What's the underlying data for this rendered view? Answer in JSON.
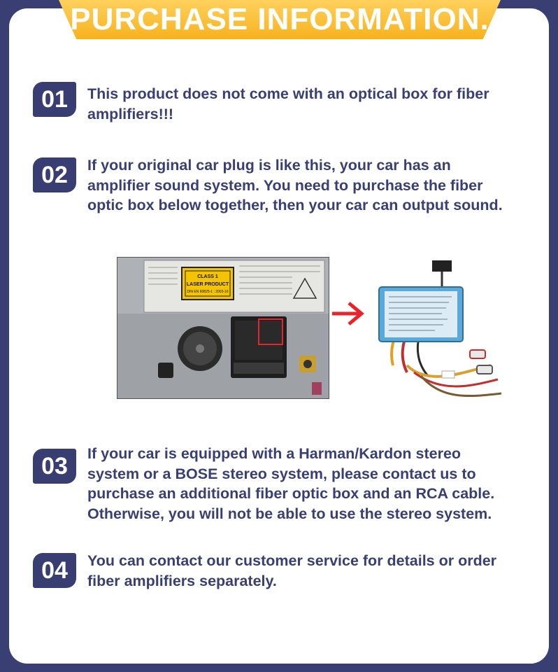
{
  "banner": {
    "title": "PURCHASE INFORMATION."
  },
  "items": [
    {
      "num": "01",
      "text": "This product does not come with an optical box for fiber\namplifiers!!!"
    },
    {
      "num": "02",
      "text": "If your original car plug is like this, your car has an\namplifier sound system. You need to purchase the fiber\noptic box below together, then your car can output sound."
    },
    {
      "num": "03",
      "text": "If your car is equipped with a Harman/Kardon stereo\nsystem or a BOSE stereo system, please contact us to\npurchase an additional fiber optic box and an RCA cable.\nOtherwise, you will not be able to use the stereo system."
    },
    {
      "num": "04",
      "text": "You can contact our customer service for details or order\nfiber amplifiers separately."
    }
  ],
  "photo": {
    "label_line1": "CLASS 1",
    "label_line2": "LASER PRODUCT",
    "label_line3": "DIN EN 60825-1 : 2003-10"
  },
  "colors": {
    "background": "#3a3f73",
    "banner": "#f7b21e",
    "text": "#3a3f73",
    "arrow": "#e8232a"
  }
}
